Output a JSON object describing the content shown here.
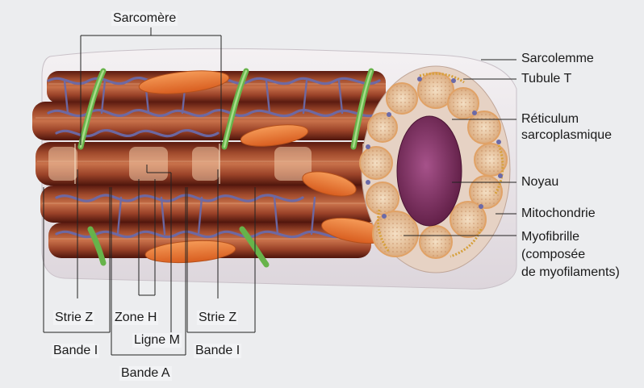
{
  "labels": {
    "sarcomere": "Sarcomère",
    "sarcolemme": "Sarcolemme",
    "tubule_t": "Tubule T",
    "reticulum_l1": "Réticulum",
    "reticulum_l2": "sarcoplasmique",
    "noyau": "Noyau",
    "mitochondrie": "Mitochondrie",
    "myofibrille_l1": "Myofibrille",
    "myofibrille_l2": "(composée",
    "myofibrille_l3": "de myofilaments)",
    "strie_z_left": "Strie Z",
    "zone_h": "Zone H",
    "strie_z_right": "Strie Z",
    "ligne_m": "Ligne M",
    "bande_i_left": "Bande I",
    "bande_i_right": "Bande I",
    "bande_a": "Bande A"
  },
  "colors": {
    "myofibril": "#8e3a24",
    "reticulum": "#6b6aa8",
    "tubule": "#67b34a",
    "mitochondria": "#e5742e",
    "nucleus": "#7b2e5a",
    "sarcolemma": "#e9e4e8"
  }
}
